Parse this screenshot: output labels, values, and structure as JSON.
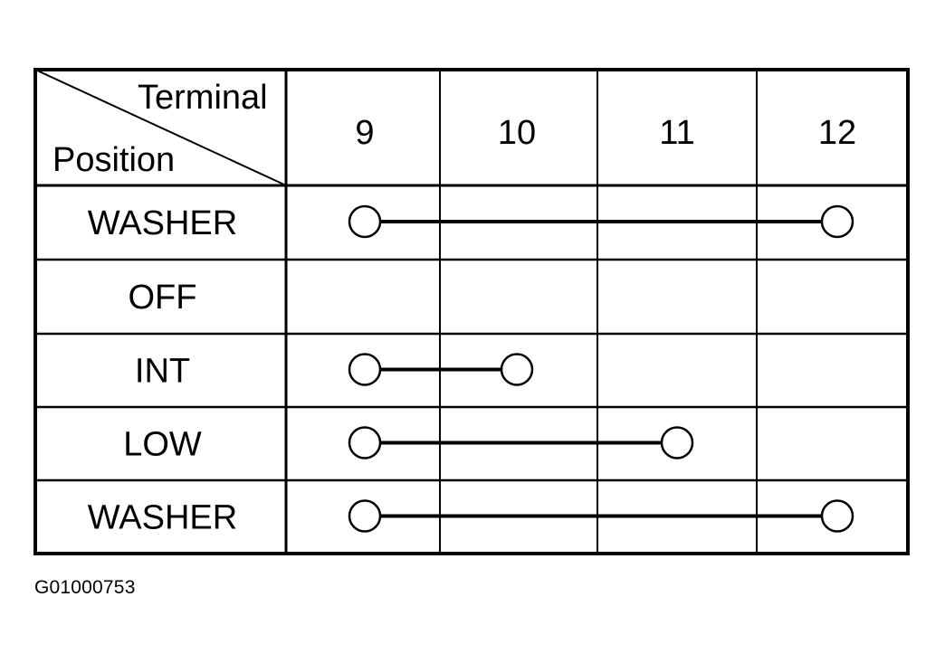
{
  "table": {
    "header": {
      "corner_top": "Terminal",
      "corner_bottom": "Position",
      "terminals": [
        "9",
        "10",
        "11",
        "12"
      ]
    },
    "rows": [
      {
        "position": "WASHER",
        "connected": [
          "9",
          "12"
        ]
      },
      {
        "position": "OFF",
        "connected": []
      },
      {
        "position": "INT",
        "connected": [
          "9",
          "10"
        ]
      },
      {
        "position": "LOW",
        "connected": [
          "9",
          "11"
        ]
      },
      {
        "position": "WASHER",
        "connected": [
          "9",
          "12"
        ]
      }
    ]
  },
  "caption": "G01000753",
  "colors": {
    "line": "#000000",
    "node_fill": "#ffffff",
    "background": "#ffffff"
  }
}
